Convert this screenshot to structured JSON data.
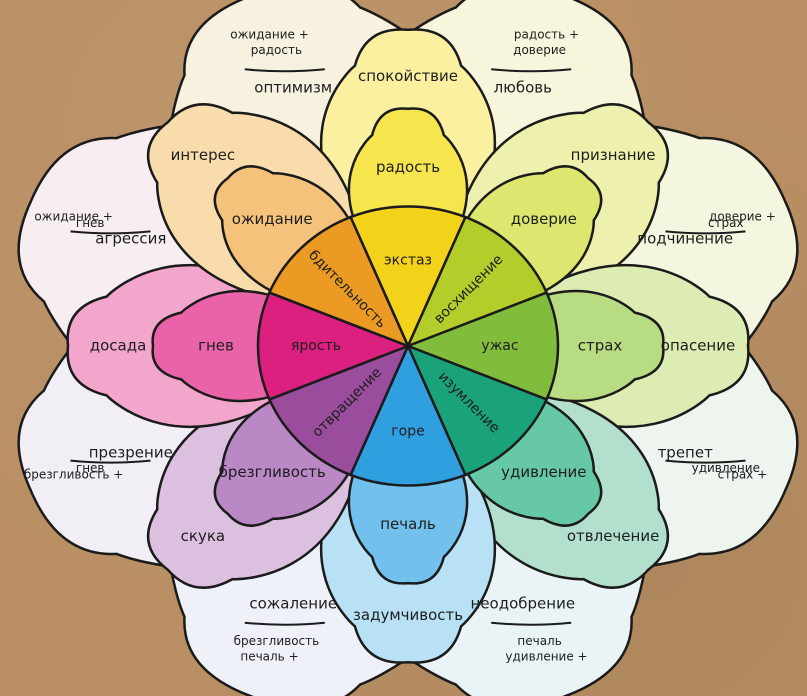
{
  "diagram": {
    "core": [
      {
        "id": "yellow",
        "label": "экстаз",
        "color": "#f3d21a"
      },
      {
        "id": "lime",
        "label": "восхищение",
        "color": "#b5cd2a"
      },
      {
        "id": "green",
        "label": "ужас",
        "color": "#82bc3c"
      },
      {
        "id": "teal",
        "label": "изумление",
        "color": "#1aa37b"
      },
      {
        "id": "blue",
        "label": "горе",
        "color": "#2f9fe0"
      },
      {
        "id": "purple",
        "label": "отвращение",
        "color": "#9a4c9d"
      },
      {
        "id": "pink",
        "label": "ярость",
        "color": "#dc207f"
      },
      {
        "id": "orange",
        "label": "бдительность",
        "color": "#eb9a23"
      }
    ],
    "petals": [
      {
        "id": "yellow",
        "mid": "радость",
        "outer": "спокойствие",
        "mid_color": "#f6e54c",
        "outer_color": "#faf0a0"
      },
      {
        "id": "lime",
        "mid": "доверие",
        "outer": "признание",
        "mid_color": "#dde76f",
        "outer_color": "#eef1ad"
      },
      {
        "id": "green",
        "mid": "страх",
        "outer": "опасение",
        "mid_color": "#b8dc82",
        "outer_color": "#dcecb2"
      },
      {
        "id": "teal",
        "mid": "удивление",
        "outer": "отвлечение",
        "mid_color": "#67c8a6",
        "outer_color": "#b3e0cc"
      },
      {
        "id": "blue",
        "mid": "печаль",
        "outer": "задумчивость",
        "mid_color": "#71c1ec",
        "outer_color": "#b9e1f6"
      },
      {
        "id": "purple",
        "mid": "брезгливость",
        "outer": "скука",
        "mid_color": "#ba88c4",
        "outer_color": "#dcc0e0"
      },
      {
        "id": "pink",
        "mid": "гнев",
        "outer": "досада",
        "mid_color": "#ea63a8",
        "outer_color": "#f2a6cb"
      },
      {
        "id": "orange",
        "mid": "ожидание",
        "outer": "интерес",
        "mid_color": "#f4c27a",
        "outer_color": "#f8dcac"
      }
    ],
    "combinations": [
      {
        "id": "top-right",
        "primary": "любовь",
        "mix_line1": "радость +",
        "mix_line2": "доверие",
        "color": "#f7f5dc"
      },
      {
        "id": "right-top",
        "primary": "подчинение",
        "mix_line1": "доверие +",
        "mix_line2": "страх",
        "color": "#f5f6e0"
      },
      {
        "id": "right-bottom",
        "primary": "трепет",
        "mix_line1": "страх +",
        "mix_line2": "удивление",
        "color": "#eef5ee"
      },
      {
        "id": "bottom-right",
        "primary": "неодобрение",
        "mix_line1": "удивление +",
        "mix_line2": "печаль",
        "color": "#eaf4f6"
      },
      {
        "id": "bottom-left",
        "primary": "сожаление",
        "mix_line1": "печаль +",
        "mix_line2": "брезгливость",
        "color": "#eef2f8"
      },
      {
        "id": "left-bottom",
        "primary": "презрение",
        "mix_line1": "брезгливость +",
        "mix_line2": "гнев",
        "color": "#f1eef6"
      },
      {
        "id": "left-top",
        "primary": "агрессия",
        "mix_line1": "ожидание +",
        "mix_line2": "гнев",
        "color": "#f7eef2"
      },
      {
        "id": "top-left",
        "primary": "оптимизм",
        "mix_line1": "ожидание +",
        "mix_line2": "радость",
        "color": "#f7f2df"
      }
    ]
  }
}
